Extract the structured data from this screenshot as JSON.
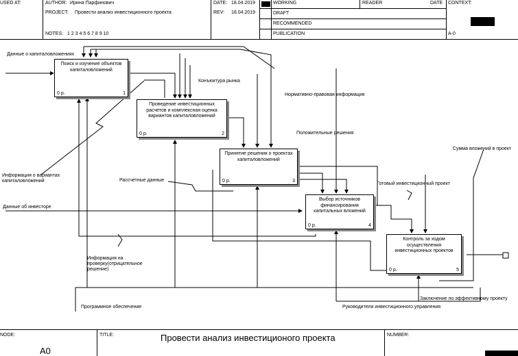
{
  "header": {
    "used_at_label": "USED AT:",
    "author_label": "AUTHOR:",
    "author_value": "Ирина Парфинович",
    "project_label": "PROJECT:",
    "project_value": "Провести анализ инвестиционного проекта",
    "notes_label": "NOTES:",
    "notes_value": "1  2  3  4  5  6  7  8  9  10",
    "date_label": "DATE:",
    "date_value": "18.04.2019",
    "rev_label": "REV:",
    "rev_value": "18.04.2019",
    "status": [
      "WORKING",
      "DRAFT",
      "RECOMMENDED",
      "PUBLICATION"
    ],
    "reader_label": "READER",
    "date2_label": "DATE",
    "context_label": "CONTEXT:",
    "context_node": "A-0"
  },
  "boxes": [
    {
      "title": "Поиск и изучение объектов капиталовложений",
      "cost": "0 р.",
      "num": "1"
    },
    {
      "title": "Проведение инвестиционных расчетов и комплексная оценка вариантов капиталовложений",
      "cost": "0 р.",
      "num": "2"
    },
    {
      "title": "Принятие решения о проектах капиталовложений",
      "cost": "0 р.",
      "num": "3"
    },
    {
      "title": "Выбор источников финансирования капитальных вложений",
      "cost": "0 р.",
      "num": "4"
    },
    {
      "title": "Контроль за ходом осуществления инвестиционных проектов",
      "cost": "0 р.",
      "num": "5"
    }
  ],
  "arrows": {
    "input1": "Данные о капиталовложениях",
    "conj": "Конъюктура рынка",
    "normative": "Нормативно-правовая информация",
    "positive": "Положительные решения",
    "sum": "Сумма вложений в проект",
    "variants": "Информация о вариантах капиталовложений",
    "calc": "Рассчетные данные",
    "ready": "Готовый инвестиционный проект",
    "investor": "Данные об инвесторе",
    "check": "Информация на проверку(отрицательное решение)",
    "conclusion": "Заключение по эффективному проекту",
    "software": "Программное обеспечение",
    "managers": "Руководители инвестиционного управления"
  },
  "footer": {
    "node_label": "NODE:",
    "node_value": "A0",
    "title_label": "TITLE:",
    "title_value": "Провести анализ инвестиционого проекта",
    "number_label": "NUMBER:"
  }
}
